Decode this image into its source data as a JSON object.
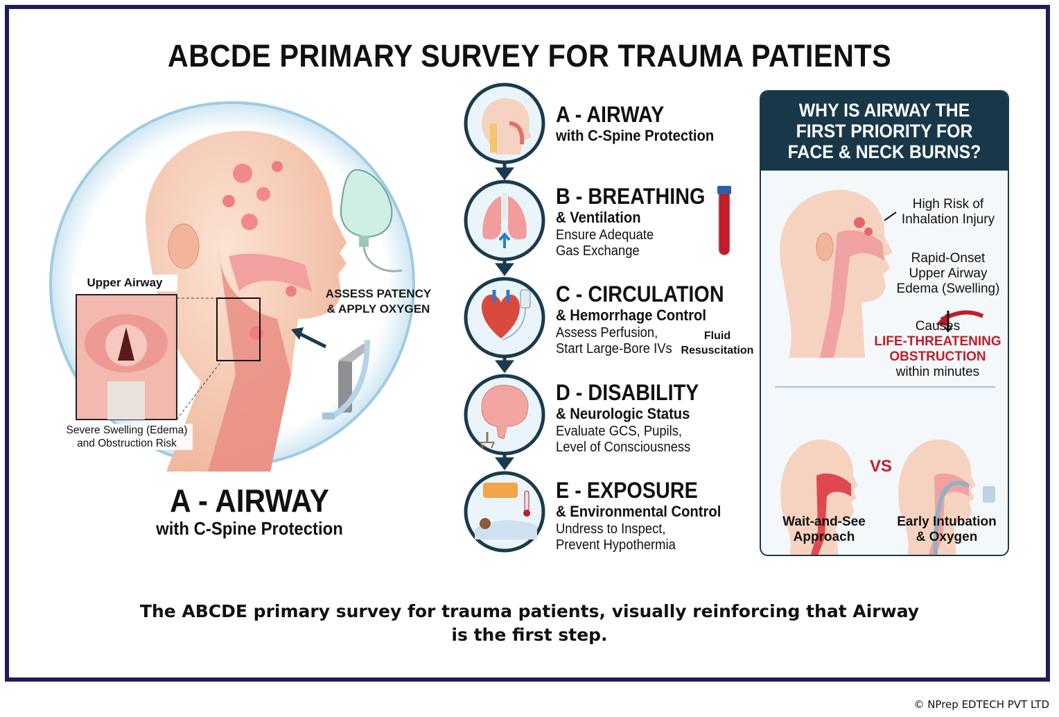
{
  "title": "ABCDE PRIMARY SURVEY FOR TRAUMA PATIENTS",
  "left": {
    "upper_airway_label": "Upper Airway",
    "swelling_label_1": "Severe Swelling (Edema)",
    "swelling_label_2": "and Obstruction Risk",
    "assess_label_1": "ASSESS PATENCY",
    "assess_label_2": "& APPLY OXYGEN",
    "heading": "A - AIRWAY",
    "subheading": "with C-Spine Protection"
  },
  "steps": [
    {
      "title": "A - AIRWAY",
      "sub": "with C-Spine Protection",
      "desc1": "",
      "desc2": "",
      "icon": "head-cross-section-icon"
    },
    {
      "title": "B - BREATHING",
      "sub": "& Ventilation",
      "desc1": "Ensure Adequate",
      "desc2": "Gas Exchange",
      "icon": "lungs-icon"
    },
    {
      "title": "C - CIRCULATION",
      "sub": "& Hemorrhage Control",
      "desc1": "Assess Perfusion,",
      "desc2": "Start Large-Bore IVs",
      "icon": "heart-icon"
    },
    {
      "title": "D - DISABILITY",
      "sub": "& Neurologic Status",
      "desc1": "Evaluate GCS, Pupils,",
      "desc2": "Level of Consciousness",
      "icon": "brain-icon"
    },
    {
      "title": "E - EXPOSURE",
      "sub": "& Environmental Control",
      "desc1": "Undress to Inspect,",
      "desc2": "Prevent Hypothermia",
      "icon": "patient-blanket-icon"
    }
  ],
  "fluid_label_1": "Fluid",
  "fluid_label_2": "Resuscitation",
  "panel": {
    "title_1": "WHY IS AIRWAY THE",
    "title_2": "FIRST PRIORITY FOR",
    "title_3": "FACE & NECK BURNS?",
    "risk_1": "High Risk of",
    "risk_2": "Inhalation Injury",
    "edema_1": "Rapid-Onset",
    "edema_2": "Upper Airway",
    "edema_3": "Edema (Swelling)",
    "causes": "Causes",
    "threat_1": "LIFE-THREATENING",
    "threat_2": "OBSTRUCTION",
    "within": "within minutes",
    "vs": "VS",
    "wait_1": "Wait-and-See",
    "wait_2": "Approach",
    "early_1": "Early Intubation",
    "early_2": "& Oxygen"
  },
  "colors": {
    "frame": "#1c1f57",
    "panel_header": "#183849",
    "accent_red": "#c01d2a",
    "circle_border": "#1b3a4d"
  },
  "caption_1": "The ABCDE primary survey for trauma patients, visually reinforcing that Airway",
  "caption_2": "is the first step.",
  "copyright": "© NPrep EDTECH PVT LTD"
}
